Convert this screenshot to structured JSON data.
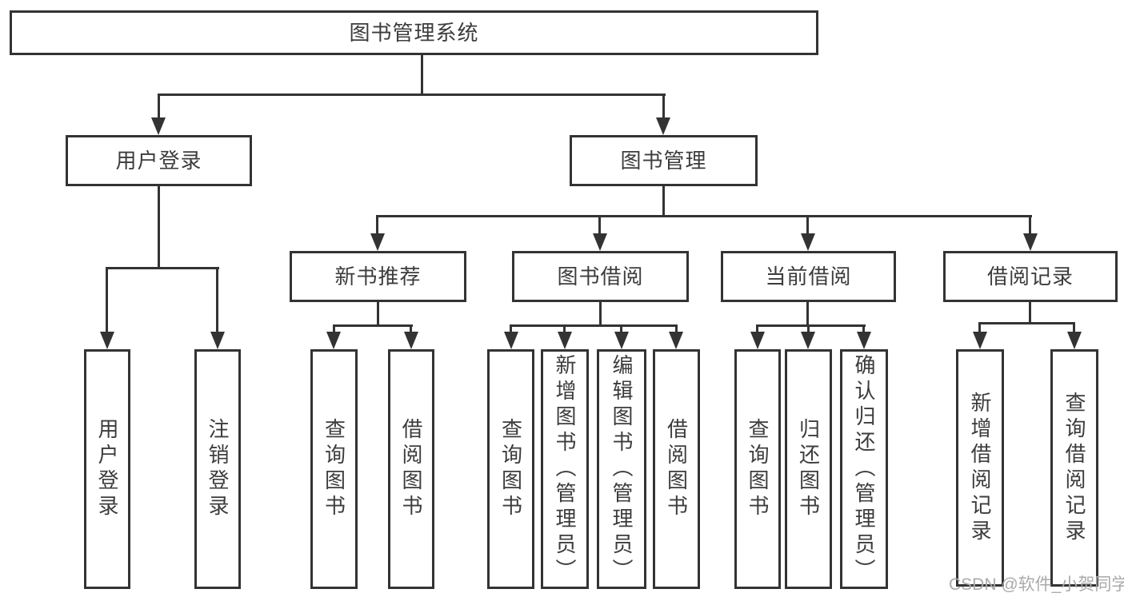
{
  "colors": {
    "line": "#333333",
    "text": "#3c3c3c",
    "background": "#ffffff",
    "watermark": "#aaaaaa"
  },
  "tree": {
    "root": "图书管理系统",
    "branches": [
      {
        "label": "用户登录",
        "children": [
          "用户登录",
          "注销登录"
        ]
      },
      {
        "label": "图书管理",
        "sections": [
          {
            "label": "新书推荐",
            "children": [
              "查询图书",
              "借阅图书"
            ]
          },
          {
            "label": "图书借阅",
            "children": [
              "查询图书",
              "新增图书（管理员）",
              "编辑图书（管理员）",
              "借阅图书"
            ]
          },
          {
            "label": "当前借阅",
            "children": [
              "查询图书",
              "归还图书",
              "确认归还（管理员）"
            ]
          },
          {
            "label": "借阅记录",
            "children": [
              "新增借阅记录",
              "查询借阅记录"
            ]
          }
        ]
      }
    ]
  },
  "watermark": {
    "text": "CSDN @软件_小贺同学"
  }
}
